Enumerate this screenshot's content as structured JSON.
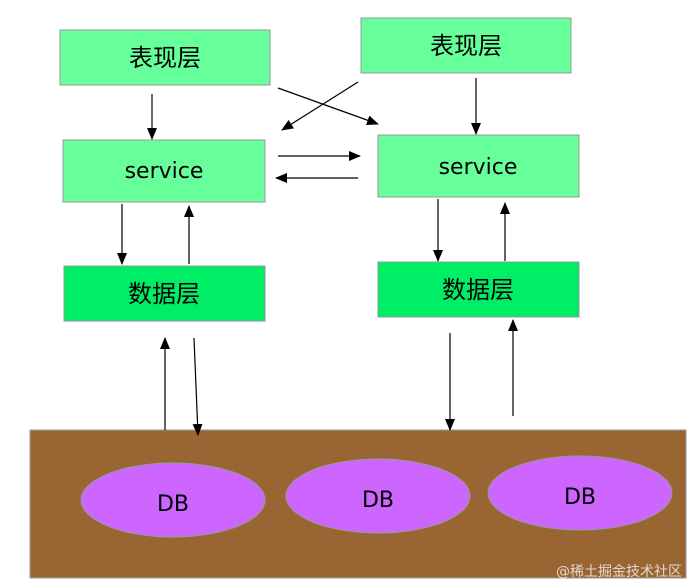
{
  "left_stack": {
    "presentation": "表现层",
    "service": "service",
    "data": "数据层"
  },
  "right_stack": {
    "presentation": "表现层",
    "service": "service",
    "data": "数据层"
  },
  "database": {
    "dbs": [
      "DB",
      "DB",
      "DB"
    ]
  },
  "watermark": "@稀土掘金技术社区",
  "colors": {
    "presentation_fill": "#66ff99",
    "service_fill": "#66ff99",
    "data_fill": "#00ee66",
    "db_ground": "#996633",
    "db_ellipse": "#cc66ff",
    "arrow": "#000000",
    "border": "#999999"
  }
}
